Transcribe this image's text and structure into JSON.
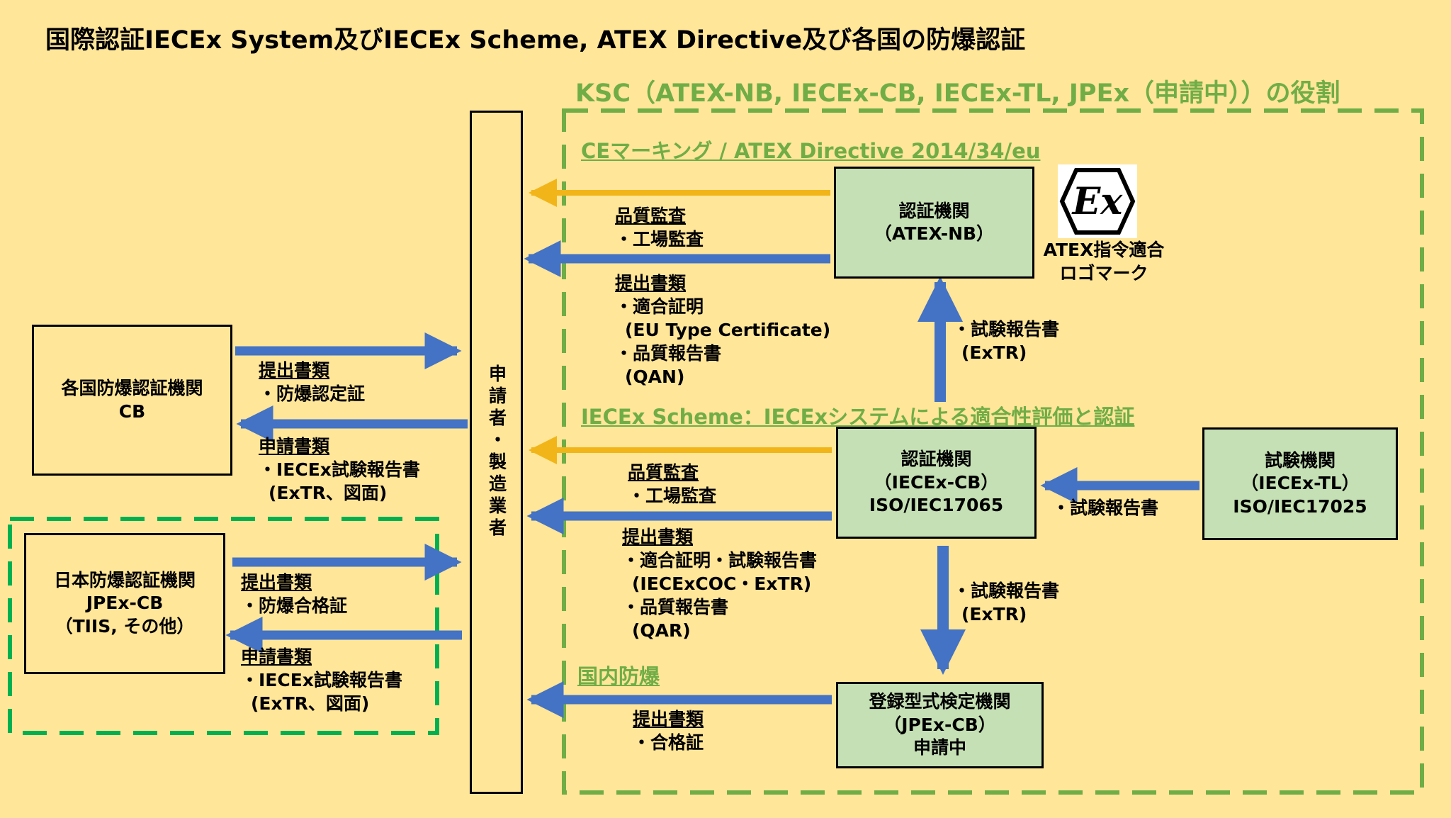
{
  "title": "国際認証IECEx System及びIECEx Scheme, ATEX Directive及び各国の防爆認証",
  "ksc_title": "KSC（ATEX-NB, IECEx-CB, IECEx-TL, JPEx（申請中））の役割",
  "sections": {
    "atex": "CEマーキング / ATEX Directive 2014/34/eu",
    "iecex": "IECEx Scheme：IECExシステムによる適合性評価と認証",
    "domestic": "国内防爆"
  },
  "applicant": "申請者・製造業者",
  "boxes": {
    "national_cb": [
      "各国防爆認証機関",
      "CB"
    ],
    "japan_cb": [
      "日本防爆認証機関",
      "JPEx-CB",
      "（TIIS, その他）"
    ],
    "atex_nb": [
      "認証機関",
      "（ATEX-NB）"
    ],
    "iecex_cb": [
      "認証機関",
      "（IECEx-CB）",
      "ISO/IEC17065"
    ],
    "iecex_tl": [
      "試験機関",
      "（IECEx-TL）",
      "ISO/IEC17025"
    ],
    "jpex_cb": [
      "登録型式検定機関",
      "（JPEx-CB）",
      "申請中"
    ]
  },
  "atex_logo_caption": [
    "ATEX指令適合",
    "ロゴマーク"
  ],
  "atex_logo_text": "Ex",
  "labels": {
    "national_submit": [
      "提出書類",
      "・防爆認定証"
    ],
    "national_apply": [
      "申請書類",
      "・IECEx試験報告書",
      "(ExTR、図面)"
    ],
    "japan_submit": [
      "提出書類",
      "・防爆合格証"
    ],
    "japan_apply": [
      "申請書類",
      "・IECEx試験報告書",
      "(ExTR、図面)"
    ],
    "atex_quality": [
      "品質監査",
      "・工場監査"
    ],
    "atex_docs": [
      "提出書類",
      "・適合証明",
      "(EU Type Certificate)",
      "・品質報告書",
      "(QAN)"
    ],
    "atex_extr": [
      "・試験報告書",
      "(ExTR)"
    ],
    "iecex_quality": [
      "品質監査",
      "・工場監査"
    ],
    "iecex_docs": [
      "提出書類",
      "・適合証明・試験報告書",
      "(IECExCOC・ExTR)",
      "・品質報告書",
      "(QAR)"
    ],
    "tl_report": [
      "・試験報告書"
    ],
    "iecex_extr": [
      "・試験報告書",
      "(ExTR)"
    ],
    "jpex_docs": [
      "提出書類",
      "・合格証"
    ]
  },
  "colors": {
    "background": "#FFE699",
    "arrow_blue": "#4472C4",
    "arrow_gold": "#F2B519",
    "box_green": "#C5E0B4",
    "dash_light_green": "#70AD47",
    "dash_green": "#00B050"
  }
}
